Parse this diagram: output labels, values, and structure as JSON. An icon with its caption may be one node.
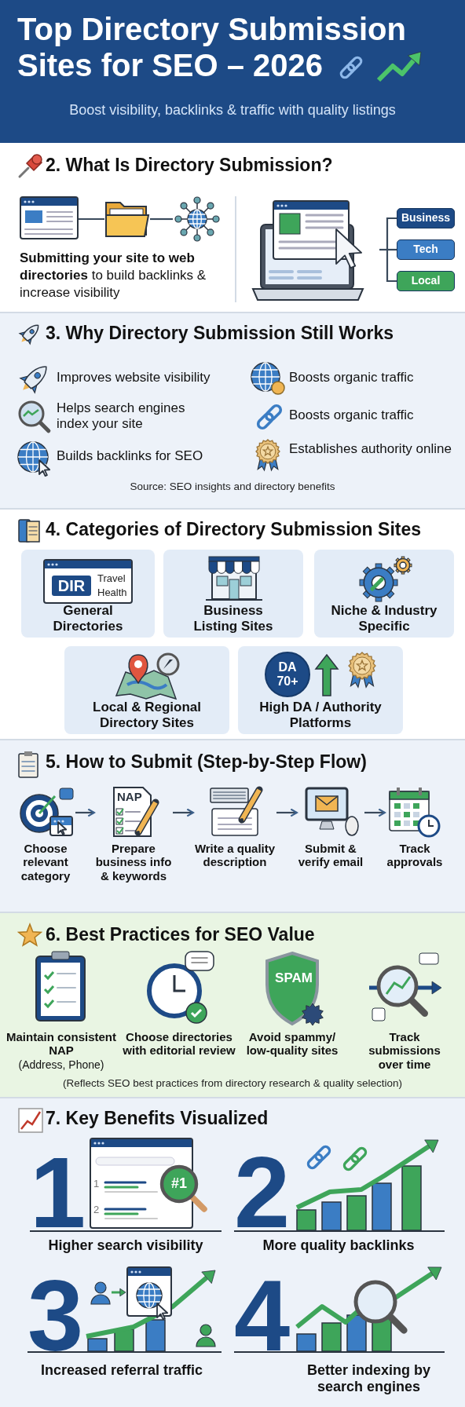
{
  "diagram": {
    "title": "Top Directory Submission Sites for SEO – 2026",
    "nodes": [
      {
        "text": [],
        "shape": "picture"
      },
      {
        "text": [],
        "shape": "picture"
      },
      {
        "text": [],
        "shape": "picture"
      },
      {
        "text": [],
        "shape": "picture"
      },
      {
        "text": [
          "Business"
        ]
      },
      {
        "text": [
          "Tech"
        ]
      },
      {
        "text": [
          "Local"
        ]
      },
      {
        "text": [
          "General Directories"
        ]
      },
      {
        "text": [
          "Business Listing Sites"
        ]
      },
      {
        "text": [
          "Niche & Industry Specific"
        ]
      },
      {
        "text": [
          "Local & Regional Directory Sites"
        ]
      },
      {
        "text": [
          "High DA / Authority Platforms"
        ]
      },
      {
        "text": [
          "Choose relevant category"
        ]
      },
      {
        "text": [
          "Prepare business info & keywords"
        ]
      },
      {
        "text": [
          "Write a quality description"
        ]
      },
      {
        "text": [
          "Submit & verify email"
        ]
      },
      {
        "text": [
          "Track approvals"
        ]
      }
    ],
    "edges": [
      {
        "from": 0,
        "to": 1,
        "arrow": "none"
      },
      {
        "from": 1,
        "to": 2,
        "arrow": "none"
      },
      {
        "from": 3,
        "to": 4,
        "arrow": "none"
      },
      {
        "from": 3,
        "to": 5,
        "arrow": "none"
      },
      {
        "from": 3,
        "to": 6,
        "arrow": "none"
      },
      {
        "from": 12,
        "to": 13,
        "arrow": "to"
      },
      {
        "from": 13,
        "to": 14,
        "arrow": "to"
      },
      {
        "from": 14,
        "to": 15,
        "arrow": "to"
      },
      {
        "from": 15,
        "to": 16,
        "arrow": "to"
      }
    ],
    "labels": [
      "Boost visibility, backlinks & traffic with quality listings",
      "2. What Is Directory Submission?",
      "**Submitting your site to web directories** to build backlinks & increase visibility",
      "3. Why Directory Submission Still Works",
      "Improves website visibility",
      "Boosts organic traffic",
      "Helps search engines index your site",
      "Boosts organic traffic",
      "Builds backlinks for SEO",
      "Establishes authority online",
      "Source: SEO insights and directory benefits",
      "4. Categories of Directory Submission Sites",
      "DIR",
      "Travel",
      "Health",
      "DA 70+",
      "5. How to Submit (Step-by-Step Flow)",
      "NAP",
      "6. Best Practices for SEO Value",
      "SPAM",
      "Maintain consistent NAP",
      "(Address, Phone)",
      "Choose directories with editorial review",
      "Avoid spammy/ low-quality sites",
      "Track submissions over time",
      "(Reflects SEO best practices from directory research & quality selection)",
      "7. Key Benefits Visualized",
      "1",
      "1",
      "#1",
      "2",
      "Higher search visibility",
      "2",
      "More quality backlinks",
      "3",
      "Increased referral traffic",
      "4",
      "Better indexing by search engines"
    ]
  }
}
